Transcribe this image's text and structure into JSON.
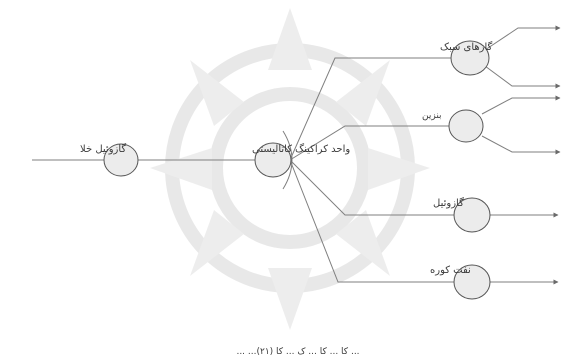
{
  "diagram": {
    "nodes": {
      "feed": {
        "label": "گازوئیل خلا"
      },
      "unit": {
        "label": "واحد کراکینگ کاتالیستی"
      },
      "light_gases": {
        "label": "گازهای سبک"
      },
      "gasoline": {
        "label": "بنزین"
      },
      "gasoil": {
        "label": "گازوئیل"
      },
      "fuel_oil": {
        "label": "نفت کوره"
      }
    },
    "caption": "... ...(۲۱) کا ... کا ... ک ... کا ..."
  },
  "colors": {
    "line": "#7f7f7f",
    "circle_fill": "#ececec",
    "circle_stroke": "#555555",
    "watermark": "#e9e9e9"
  }
}
